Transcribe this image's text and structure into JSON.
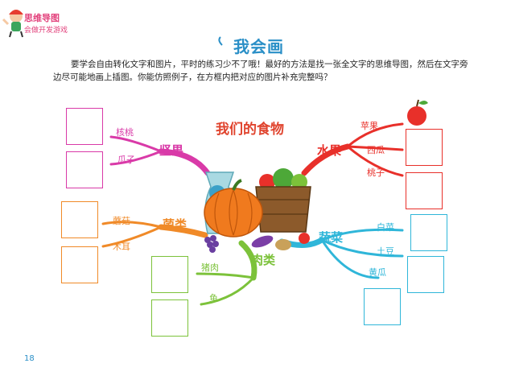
{
  "header": {
    "series_title": "思维导图",
    "series_subtitle": "会做开发游戏"
  },
  "page_title": "我会画",
  "intro_text": "要学会自由转化文字和图片，平时的练习少不了哦！最好的方法是找一张全文字的思维导图，然后在文字旁边尽可能地画上插图。你能仿照例子，在方框内把对应的图片补充完整吗？",
  "mind_map": {
    "center_title": "我们的食物",
    "branches": [
      {
        "name": "坚果",
        "color": "#d93aa8",
        "items": [
          "核桃",
          "瓜子"
        ]
      },
      {
        "name": "水果",
        "color": "#e8302a",
        "items": [
          "苹果",
          "西瓜",
          "桃子"
        ]
      },
      {
        "name": "菌类",
        "color": "#f08a28",
        "items": [
          "蘑菇",
          "木耳"
        ]
      },
      {
        "name": "蔬菜",
        "color": "#2fb6d9",
        "items": [
          "白菜",
          "土豆",
          "黄瓜"
        ]
      },
      {
        "name": "肉类",
        "color": "#7cc23a",
        "items": [
          "猪肉",
          "鱼"
        ]
      }
    ]
  },
  "page_number": "18",
  "colors": {
    "title_blue": "#2a8fc7",
    "map_title_red": "#e0442e"
  }
}
